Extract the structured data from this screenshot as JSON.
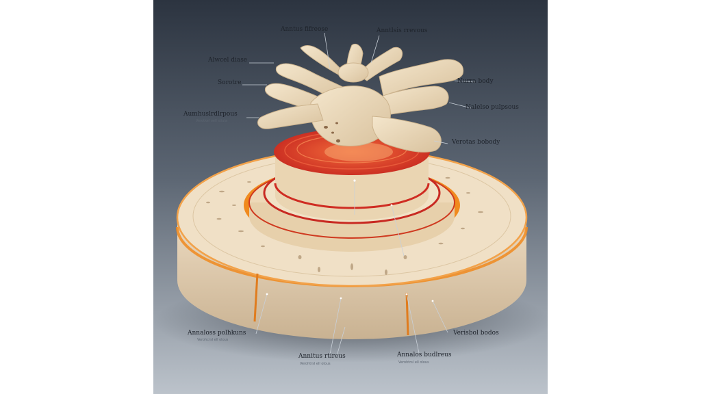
{
  "colors": {
    "background_top": "#2f3744",
    "background_bottom": "#b9c0c8",
    "bone": "#eedcc0",
    "disc_red": "#d9342a",
    "annulus_orange": "#f08a1e"
  },
  "labels": {
    "top_left": "Anntus fifreose",
    "top_right": "Anntlsis rrevous",
    "left_1": "Alwcel diase",
    "left_2": "Sorotre",
    "left_3": "Aumhuslrdlrpous",
    "left_3_sub": "Verotkel oell stiula",
    "right_1": "Nurra body",
    "right_2": "Nalelso pulpsous",
    "right_3": "Verotas bobody",
    "bottom_left": "Annaloss polhkuns",
    "bottom_left_sub": "Verohcrsl ell olous",
    "bottom_mid": "Annitus rtireus",
    "bottom_mid_sub": "Verohtrsl ell olous",
    "bottom_right_mid": "Annalos budlreus",
    "bottom_right_mid_sub": "Verohtrsl ell olous",
    "bottom_right": "Verisbol bodos"
  }
}
